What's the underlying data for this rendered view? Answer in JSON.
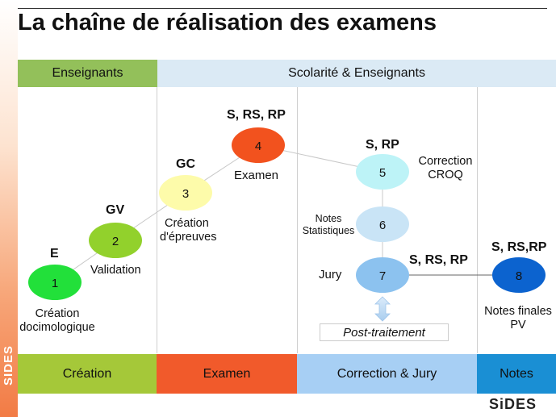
{
  "title": "La chaîne de réalisation des examens",
  "sidebar_text": "SIDES",
  "logo_text": "SiDES",
  "top_bands": [
    {
      "label": "Enseignants",
      "color": "#93c05a"
    },
    {
      "label": "Scolarité & Enseignants",
      "color": "#dbeaf5"
    }
  ],
  "bottom_bands": [
    {
      "label": "Création",
      "color": "#a5c839"
    },
    {
      "label": "Examen",
      "color": "#f15a2b"
    },
    {
      "label": "Correction & Jury",
      "color": "#a7cff4"
    },
    {
      "label": "Notes",
      "color": "#1a8fd4"
    }
  ],
  "nodes": [
    {
      "number": "1",
      "role": "E",
      "caption": [
        "Création",
        "docimologique"
      ],
      "color": "#22e03a"
    },
    {
      "number": "2",
      "role": "GV",
      "caption": [
        "Validation"
      ],
      "color": "#92d12c"
    },
    {
      "number": "3",
      "role": "GC",
      "caption": [
        "Création",
        "d'épreuves"
      ],
      "color": "#fdfbaa"
    },
    {
      "number": "4",
      "role": "S, RS, RP",
      "caption": [
        "Examen"
      ],
      "color": "#f2521e"
    },
    {
      "number": "5",
      "role": "S, RP",
      "caption": [
        "Correction",
        "CROQ"
      ],
      "color": "#bdf3f7"
    },
    {
      "number": "6",
      "role": "",
      "caption": [
        "Notes",
        "Statistiques"
      ],
      "color": "#c9e4f6"
    },
    {
      "number": "7",
      "role": "S, RS, RP",
      "caption": [
        "Jury"
      ],
      "color": "#8cc2ef"
    },
    {
      "number": "8",
      "role": "S, RS,RP",
      "caption": [
        "Notes finales",
        "PV"
      ],
      "color": "#0c63cf"
    }
  ],
  "post_traitement": "Post-traitement"
}
